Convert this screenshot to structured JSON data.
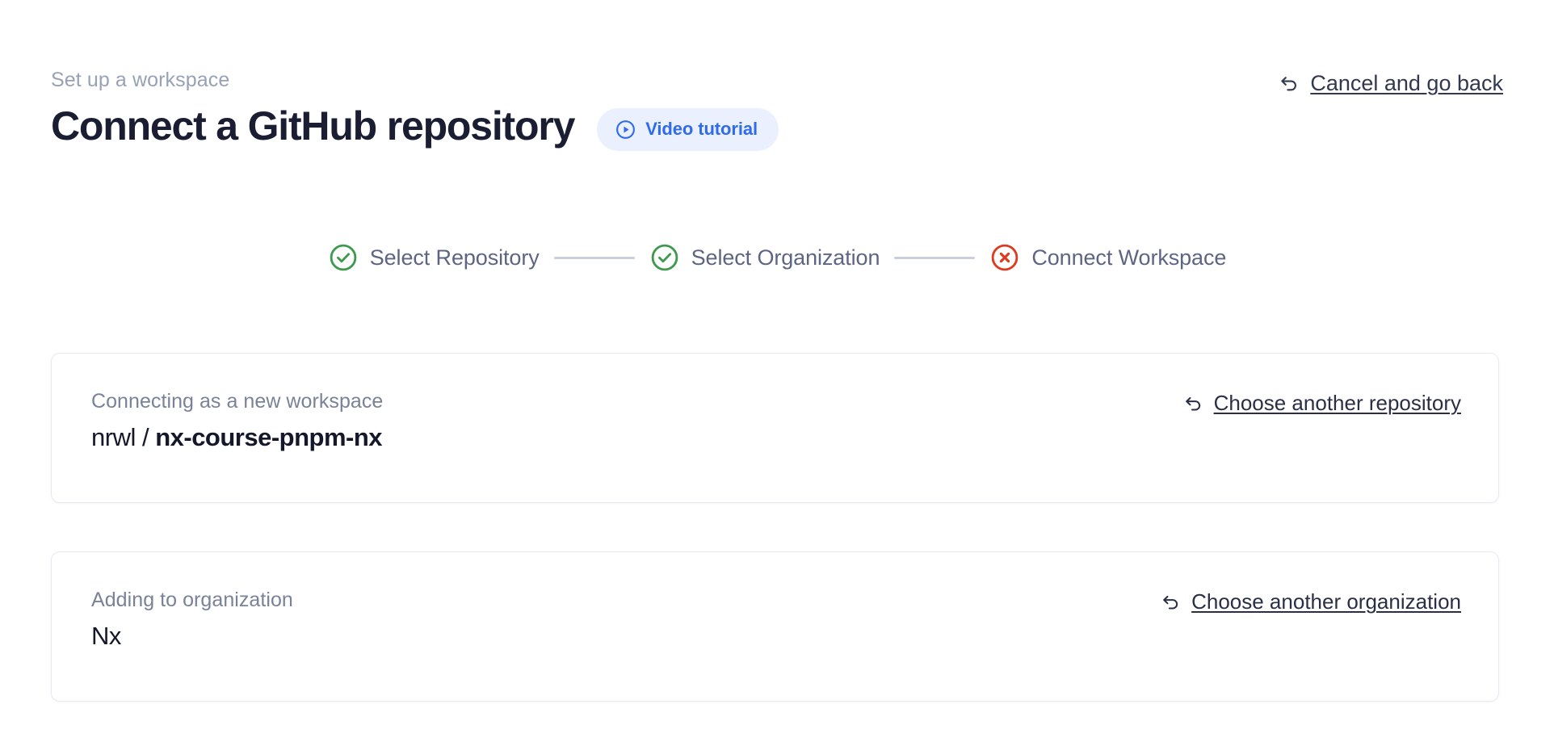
{
  "header": {
    "eyebrow": "Set up a workspace",
    "title": "Connect a GitHub repository",
    "video_badge_label": "Video tutorial",
    "video_badge_icon": "play-circle-icon",
    "cancel_label": "Cancel and go back",
    "cancel_icon": "undo-arrow-icon"
  },
  "stepper": {
    "steps": [
      {
        "label": "Select Repository",
        "state": "complete",
        "icon": "check-circle-icon",
        "color": "#3f9a4f"
      },
      {
        "label": "Select Organization",
        "state": "complete",
        "icon": "check-circle-icon",
        "color": "#3f9a4f"
      },
      {
        "label": "Connect Workspace",
        "state": "error",
        "icon": "x-circle-icon",
        "color": "#dd3b20"
      }
    ],
    "connector_color": "#c9cfdd",
    "label_color": "#5d6583"
  },
  "cards": [
    {
      "label": "Connecting as a new workspace",
      "value_owner": "nrwl / ",
      "value_name": "nx-course-pnpm-nx",
      "action_label": "Choose another repository",
      "action_icon": "undo-arrow-icon"
    },
    {
      "label": "Adding to organization",
      "value_plain": "Nx",
      "action_label": "Choose another organization",
      "action_icon": "undo-arrow-icon"
    }
  ],
  "colors": {
    "accent_blue": "#2f6bea",
    "badge_bg": "#eaf0fd",
    "title": "#1b1e32",
    "muted": "#98a2b6",
    "card_border": "#e8e9ef",
    "success_green": "#3f9a4f",
    "error_red": "#dd3b20"
  }
}
